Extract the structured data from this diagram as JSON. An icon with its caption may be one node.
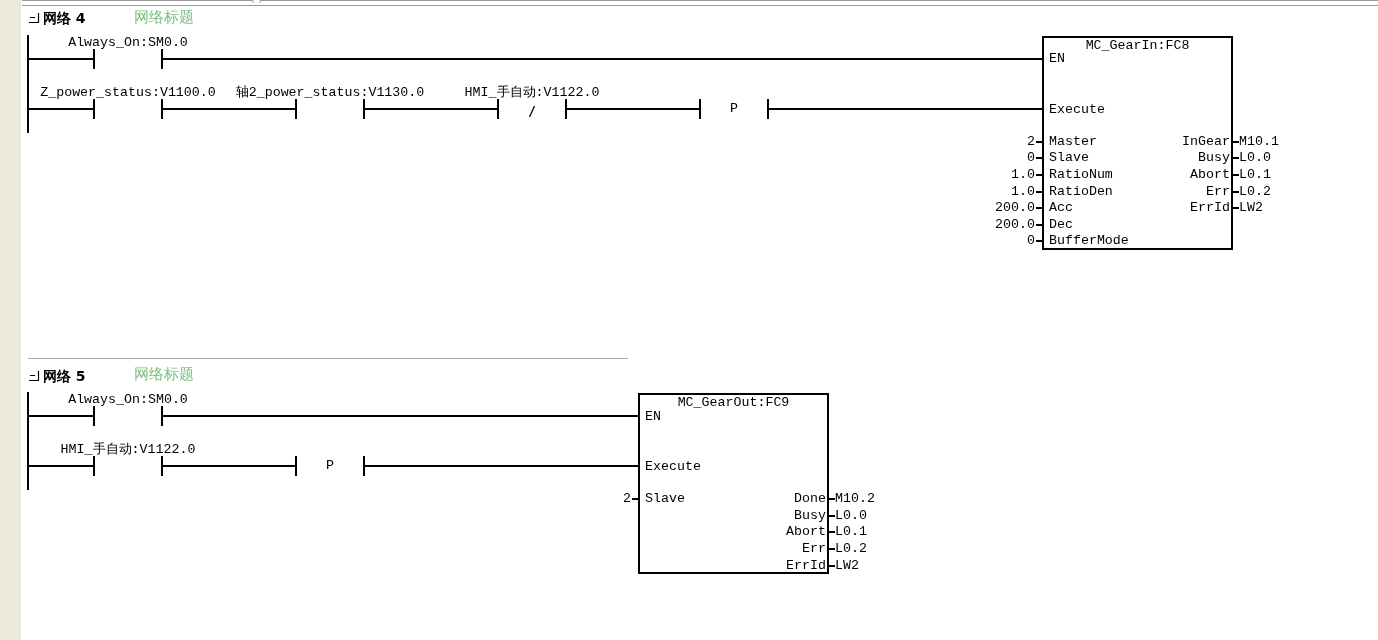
{
  "diagram": {
    "nodes": [
      {
        "text": [],
        "shape": "bar"
      },
      {
        "text": [
          "Always_On:SM0.0"
        ]
      },
      {
        "text": [
          "Z_power_status:V1100.0"
        ]
      },
      {
        "text": [
          "轴2_power_status:V1130.0"
        ]
      },
      {
        "text": [
          "HMI_手自动:V1122.0"
        ]
      },
      {
        "text": [
          "P"
        ]
      },
      {
        "text": [
          "MC_GearIn:FC8",
          "EN",
          "Execute",
          "Master",
          "Slave",
          "RatioNum",
          "RatioDen",
          "Acc",
          "Dec",
          "BufferMode",
          "InGear",
          "Busy",
          "Abort",
          "Err",
          "ErrId"
        ],
        "beside": [
          "2",
          "0",
          "1.0",
          "1.0",
          "200.0",
          "200.0",
          "0",
          "M10.1",
          "L0.0",
          "L0.1",
          "L0.2",
          "LW2"
        ]
      },
      {
        "text": [],
        "shape": "bar"
      },
      {
        "text": [
          "Always_On:SM0.0"
        ]
      },
      {
        "text": [
          "HMI_手自动:V1122.0"
        ]
      },
      {
        "text": [
          "P"
        ]
      },
      {
        "text": [
          "MC_GearOut:FC9",
          "EN",
          "Execute",
          "Slave",
          "Done",
          "Busy",
          "Abort",
          "Err",
          "ErrId"
        ],
        "beside": [
          "2",
          "M10.2",
          "L0.0",
          "L0.1",
          "L0.2",
          "LW2"
        ]
      }
    ],
    "edges": [
      {
        "from": 0,
        "to": 1,
        "arrow": "none"
      },
      {
        "from": 1,
        "to": 6,
        "arrow": "none"
      },
      {
        "from": 0,
        "to": 2,
        "arrow": "none"
      },
      {
        "from": 2,
        "to": 3,
        "arrow": "none"
      },
      {
        "from": 3,
        "to": 4,
        "arrow": "none"
      },
      {
        "from": 4,
        "to": 5,
        "arrow": "none"
      },
      {
        "from": 5,
        "to": 6,
        "arrow": "none"
      },
      {
        "from": 7,
        "to": 8,
        "arrow": "none"
      },
      {
        "from": 8,
        "to": 11,
        "arrow": "none"
      },
      {
        "from": 7,
        "to": 9,
        "arrow": "none"
      },
      {
        "from": 9,
        "to": 10,
        "arrow": "none"
      },
      {
        "from": 10,
        "to": 11,
        "arrow": "none"
      }
    ],
    "labels": [
      "网络 4",
      "网络标题",
      "网络 5",
      "网络标题"
    ]
  }
}
